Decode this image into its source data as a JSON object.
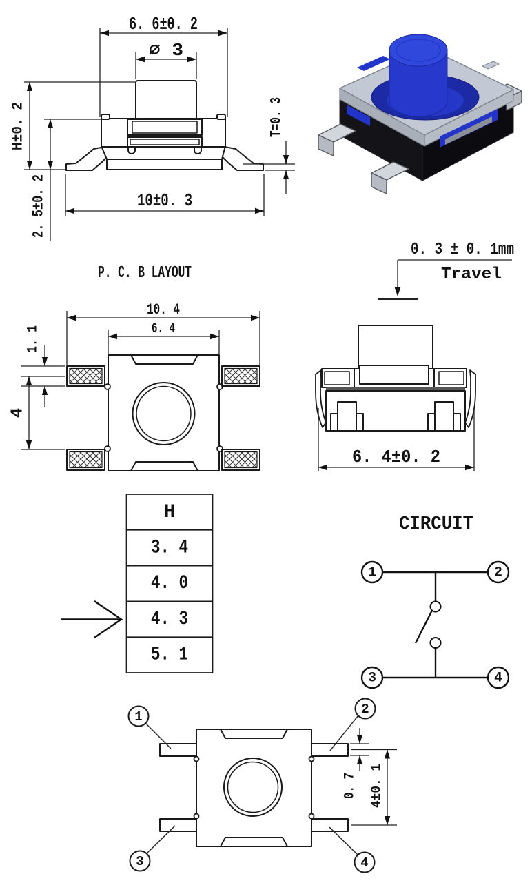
{
  "sheet": {
    "background": "#ffffff",
    "line_color": "#1a1a1a"
  },
  "front_view": {
    "dim_top_width": "6. 6±0. 2",
    "dim_button_diameter": "∅ 3",
    "dim_total_height": "H±0. 2",
    "dim_base_height": "2. 5±0. 2",
    "dim_terminal_thickness": "T=0. 3",
    "dim_overall_width": "10±0. 3"
  },
  "pcb_layout": {
    "title": "P. C. B LAYOUT",
    "dim_pad_outer_span": "10. 4",
    "dim_body_width": "6. 4",
    "dim_pad_height": "1. 1",
    "dim_pad_pitch": "4"
  },
  "side_view": {
    "travel_value": "0. 3 ± 0. 1mm",
    "travel_label": "Travel",
    "dim_body_width": "6. 4±0. 2"
  },
  "height_table": {
    "header": "H",
    "rows": [
      "3. 4",
      "4. 0",
      "4. 3",
      "5. 1"
    ],
    "selected_value": "4. 3"
  },
  "circuit": {
    "title": "CIRCUIT",
    "pins": [
      "1",
      "2",
      "3",
      "4"
    ]
  },
  "top_view": {
    "pins": [
      "1",
      "2",
      "3",
      "4"
    ],
    "dim_lead_width": "0. 7",
    "dim_lead_pitch": "4±0. 1"
  },
  "render_3d": {
    "button_color": "#2639cc",
    "cover_color": "#c3c9d4",
    "base_color": "#131318",
    "lead_color": "#d2d6dd",
    "trim_color": "#2334cb"
  }
}
